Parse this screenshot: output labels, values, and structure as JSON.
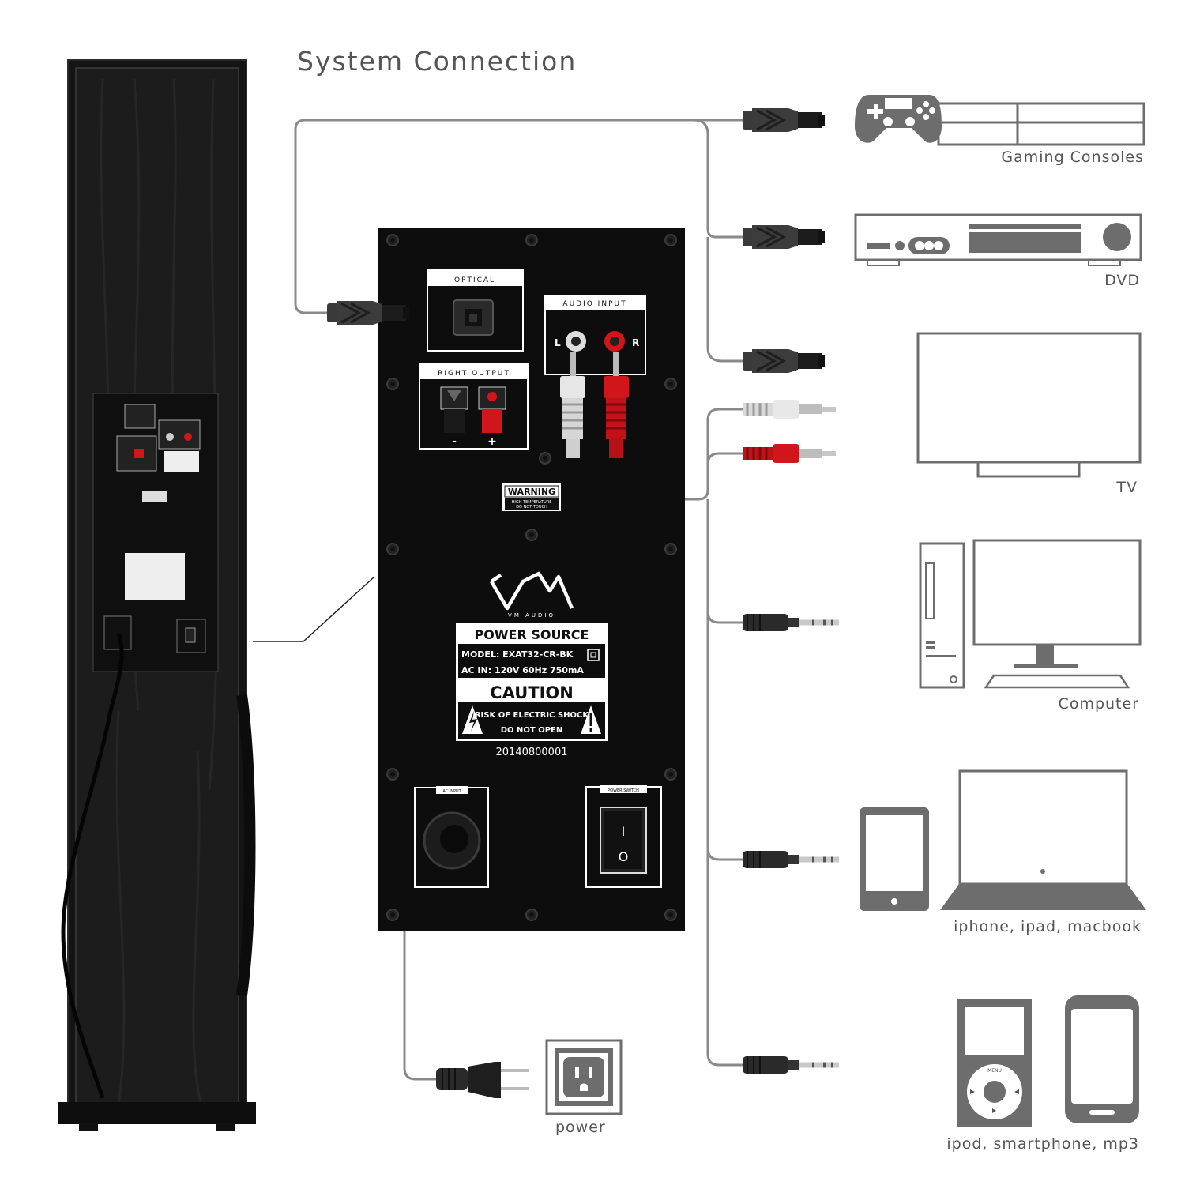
{
  "title": "System Connection",
  "panel": {
    "optical": "OPTICAL",
    "audio_input": "AUDIO INPUT",
    "left_channel": "L",
    "right_channel": "R",
    "right_output": "RIGHT OUTPUT",
    "minus": "-",
    "plus": "+",
    "warning": "WARNING",
    "warning_sub1": "HIGH TEMPERATURE",
    "warning_sub2": "DO NOT TOUCH",
    "brand": "VM AUDIO",
    "power_source": "POWER SOURCE",
    "model": "MODEL: EXAT32-CR-BK",
    "ac_in": "AC IN: 120V 60Hz 750mA",
    "caution": "CAUTION",
    "risk_1": "RISK OF ELECTRIC SHOCK",
    "risk_2": "DO NOT OPEN",
    "serial": "20140800001",
    "ac_input": "AC INPUT",
    "power_switch": "POWER SWITCH",
    "switch_on": "I",
    "switch_off": "O"
  },
  "devices": {
    "gaming": "Gaming Consoles",
    "dvd": "DVD",
    "tv": "TV",
    "computer": "Computer",
    "apple": "iphone, ipad, macbook",
    "portable": "ipod, smartphone, mp3",
    "power": "power"
  },
  "ipod": {
    "menu": "MENU"
  },
  "colors": {
    "cable": "#8a8a8a",
    "icon": "#6d6d6d",
    "panel": "#0d0d0d",
    "red": "#d0161b"
  }
}
